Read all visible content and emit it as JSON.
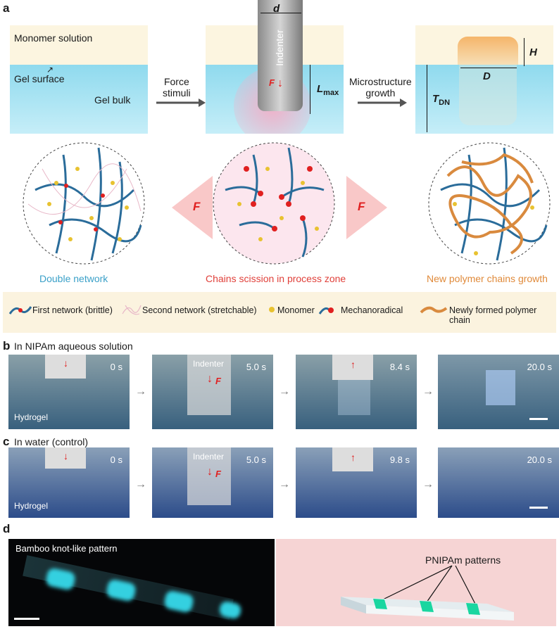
{
  "panel_a": {
    "label": "a",
    "left_top": {
      "monomer": "Monomer solution",
      "gel_surface": "Gel surface",
      "gel_bulk": "Gel bulk"
    },
    "arrow1": {
      "line1": "Force",
      "line2": "stimuli"
    },
    "mid_top": {
      "d": "d",
      "indenter": "Indenter",
      "force": "F",
      "lmax": "L",
      "lmax_sub": "max"
    },
    "arrow2": {
      "line1": "Microstructure",
      "line2": "growth"
    },
    "right_top": {
      "t": "T",
      "t_sub": "DN",
      "d": "D",
      "h": "H"
    },
    "captions": {
      "left": "Double network",
      "mid": "Chains scission in process zone",
      "right": "New polymer chains growth"
    },
    "f_left": "F",
    "f_right": "F",
    "legend": {
      "first": "First network (brittle)",
      "second": "Second network (stretchable)",
      "monomer": "Monomer",
      "mechanoradical": "Mechanoradical",
      "new": "Newly formed  polymer chain"
    }
  },
  "panel_b": {
    "label": "b",
    "title": "In NIPAm aqueous solution",
    "times": [
      "0 s",
      "5.0 s",
      "8.4 s",
      "20.0 s"
    ],
    "indenter": "Indenter",
    "force": "F",
    "hydrogel": "Hydrogel"
  },
  "panel_c": {
    "label": "c",
    "title": "In water (control)",
    "times": [
      "0 s",
      "5.0 s",
      "9.8 s",
      "20.0 s"
    ],
    "indenter": "Indenter",
    "force": "F",
    "hydrogel": "Hydrogel"
  },
  "panel_d": {
    "label": "d",
    "left_title": "Bamboo knot-like pattern",
    "right_title": "PNIPAm patterns"
  },
  "colors": {
    "monomer_bg": "#fcf5e0",
    "gel": "#a9e3f3",
    "blue_caption": "#3aa0c8",
    "red_caption": "#e0403a",
    "orange_caption": "#e08a3a",
    "first_net": "#2a6c9a",
    "new_chain": "#d98a3e",
    "photo_bg": "#274a78",
    "pink_bg": "#f6d4d4"
  }
}
